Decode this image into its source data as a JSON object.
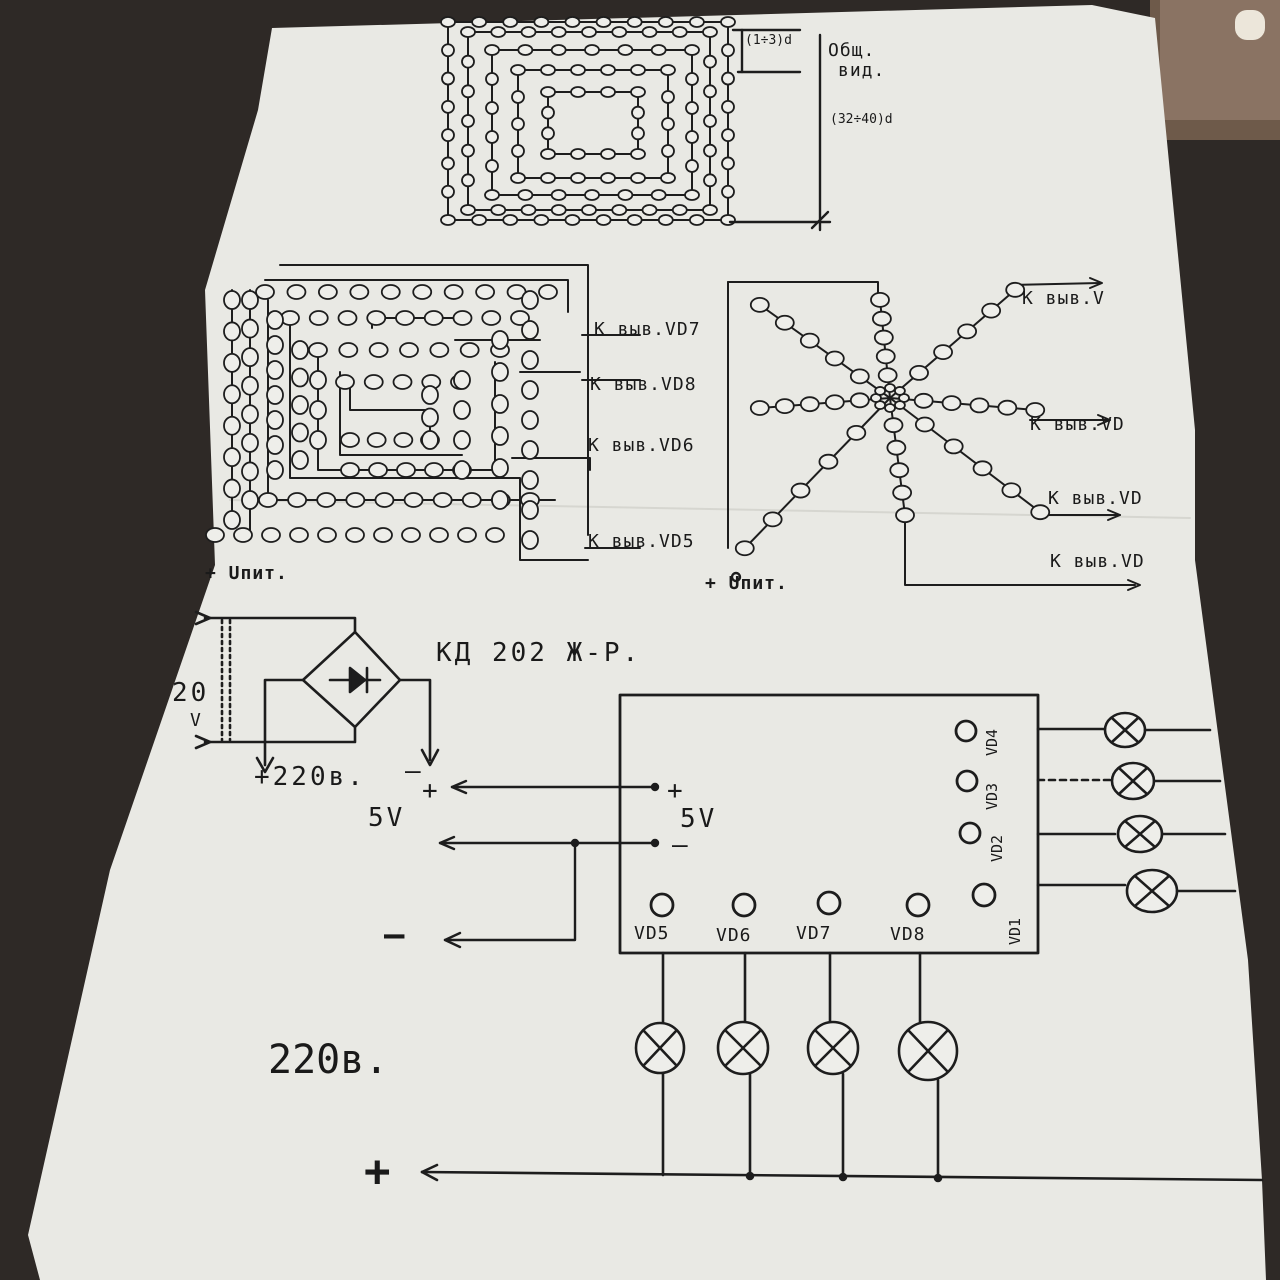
{
  "diagram": {
    "main_view": {
      "dim_top": "(1÷3)d",
      "title_line1": "Общ.",
      "title_line2": "вид.",
      "dim_side": "(32÷40)d"
    },
    "left_matrix": {
      "outputs": [
        "К выв.VD7",
        "К выв.VD8",
        "К выв.VD6",
        "К выв.VD5"
      ],
      "supply": "+ Uпит."
    },
    "right_star": {
      "outputs": [
        "К выв.V",
        "К выв.VD",
        "К выв.VD",
        "К выв.VD"
      ],
      "supply": "+ Uпит."
    },
    "bridge": {
      "label": "КД 202 Ж-Р.",
      "input_voltage": "20",
      "input_unit": "V",
      "output_note": "+220в.",
      "minus": "–",
      "plus": "+"
    },
    "controller": {
      "supply_voltage": "5V",
      "plus": "+",
      "minus": "–",
      "right_leds": [
        "VD4",
        "VD3",
        "VD2",
        "VD1"
      ],
      "bottom_leds": [
        "VD5",
        "VD6",
        "VD7",
        "VD8"
      ]
    },
    "bottom": {
      "mains": "220в.",
      "minus_symbol": "—",
      "plus_symbol": "+"
    }
  }
}
